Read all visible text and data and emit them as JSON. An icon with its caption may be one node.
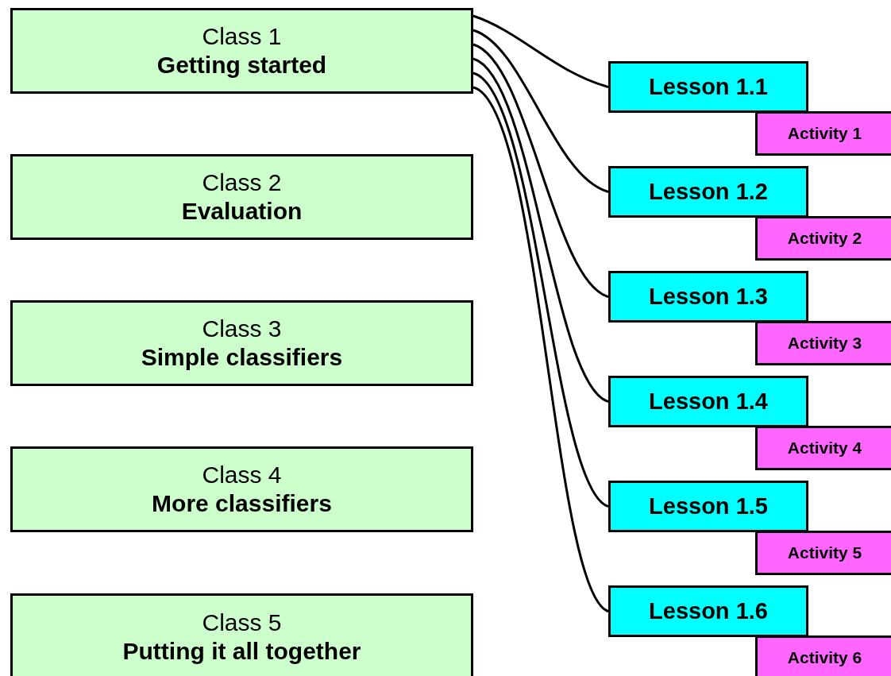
{
  "diagram": {
    "nodes": [
      {
        "text": [
          "Class 1",
          "Getting started"
        ]
      },
      {
        "text": [
          "Class 2",
          "Evaluation"
        ]
      },
      {
        "text": [
          "Class 3",
          "Simple classifiers"
        ]
      },
      {
        "text": [
          "Class 4",
          "More classifiers"
        ]
      },
      {
        "text": [
          "Class 5",
          "Putting it all together"
        ]
      },
      {
        "text": [
          "Lesson 1.1"
        ]
      },
      {
        "text": [
          "Activity 1"
        ]
      },
      {
        "text": [
          "Lesson 1.2"
        ]
      },
      {
        "text": [
          "Activity 2"
        ]
      },
      {
        "text": [
          "Lesson 1.3"
        ]
      },
      {
        "text": [
          "Activity 3"
        ]
      },
      {
        "text": [
          "Lesson 1.4"
        ]
      },
      {
        "text": [
          "Activity 4"
        ]
      },
      {
        "text": [
          "Lesson 1.5"
        ]
      },
      {
        "text": [
          "Activity 5"
        ]
      },
      {
        "text": [
          "Lesson 1.6"
        ]
      },
      {
        "text": [
          "Activity 6"
        ]
      }
    ],
    "edges": [
      {
        "from": 0,
        "to": 5,
        "arrow": "none"
      },
      {
        "from": 0,
        "to": 7,
        "arrow": "none"
      },
      {
        "from": 0,
        "to": 9,
        "arrow": "none"
      },
      {
        "from": 0,
        "to": 11,
        "arrow": "none"
      },
      {
        "from": 0,
        "to": 13,
        "arrow": "none"
      },
      {
        "from": 0,
        "to": 15,
        "arrow": "none"
      }
    ]
  }
}
